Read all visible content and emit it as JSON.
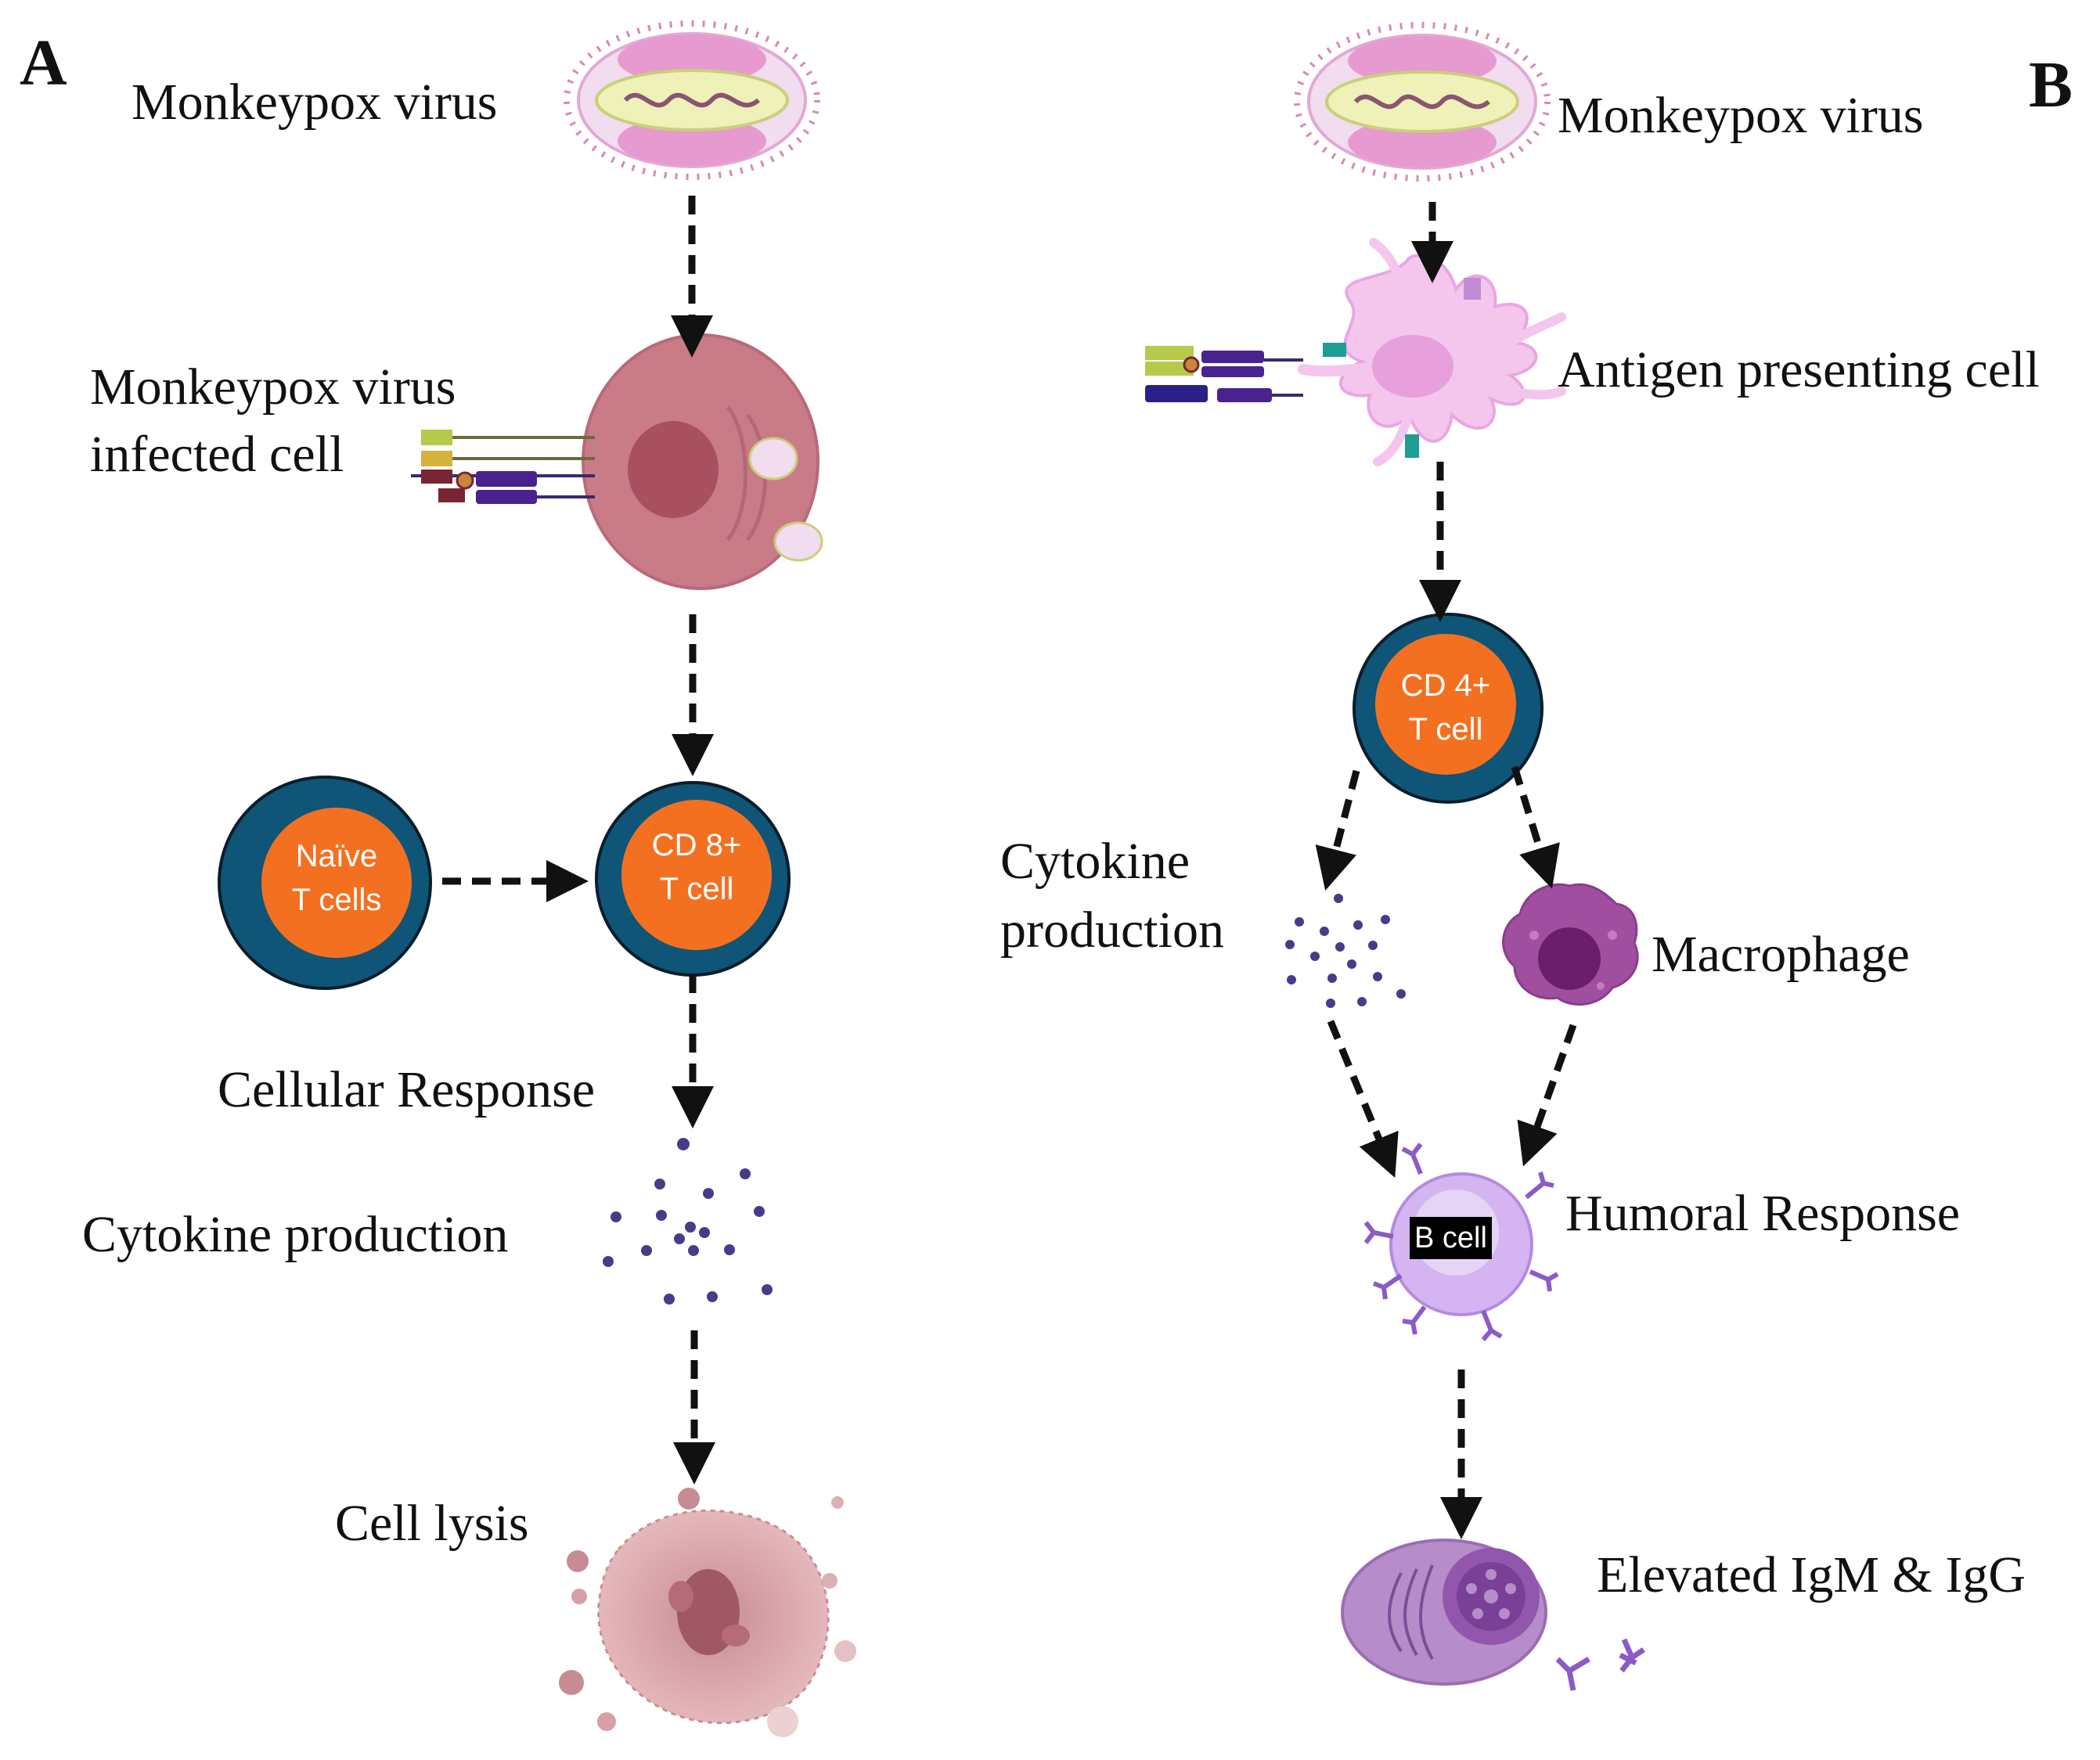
{
  "panel_a": {
    "letter": "A",
    "virus_label": "Monkeypox virus",
    "infected_cell_label_line1": "Monkeypox virus",
    "infected_cell_label_line2": "infected cell",
    "naive_tcell_line1": "Naïve",
    "naive_tcell_line2": "T cells",
    "cd8_line1": "CD 8+",
    "cd8_line2": "T cell",
    "cellular_response_label": "Cellular Response",
    "cytokine_label": "Cytokine production",
    "cell_lysis_label": "Cell lysis"
  },
  "panel_b": {
    "letter": "B",
    "virus_label": "Monkeypox virus",
    "apc_label": "Antigen presenting cell",
    "cd4_line1": "CD 4+",
    "cd4_line2": "T cell",
    "cytokine_line1": "Cytokine",
    "cytokine_line2": "production",
    "macrophage_label": "Macrophage",
    "bcell_label": "B cell",
    "humoral_label": "Humoral Response",
    "elevated_label": "Elevated IgM & IgG"
  },
  "colors": {
    "tcell_outer": "#0f5577",
    "tcell_inner": "#f37021",
    "virus_envelope": "#f2dcef",
    "virus_pink": "#e69ad0",
    "infected_cell": "#c97b88",
    "apc": "#f4c6ee",
    "macrophage": "#a04fa0",
    "bcell": "#d4b5f2",
    "plasma_cell": "#b78dc9",
    "cytokine_dot": "#4b3a8a",
    "arrow": "#111111"
  }
}
